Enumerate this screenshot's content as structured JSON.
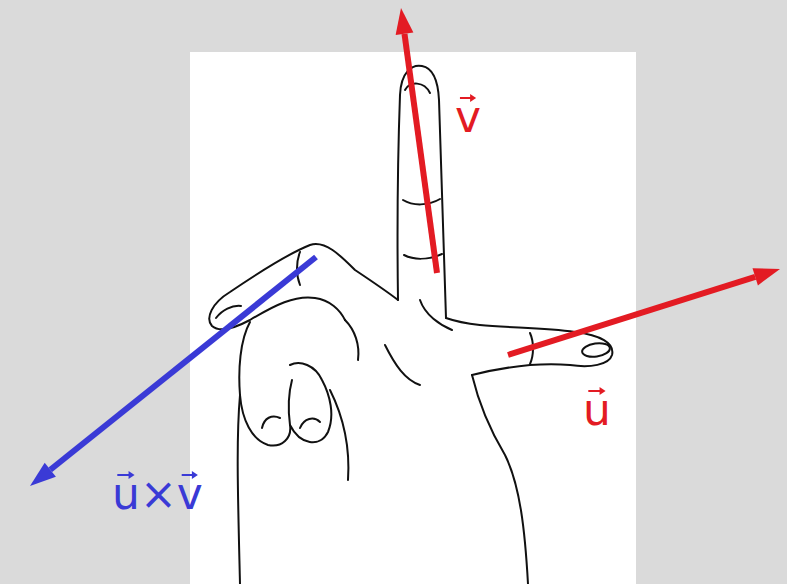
{
  "diagram": {
    "labels": [
      "v",
      "u",
      "u×v"
    ]
  }
}
